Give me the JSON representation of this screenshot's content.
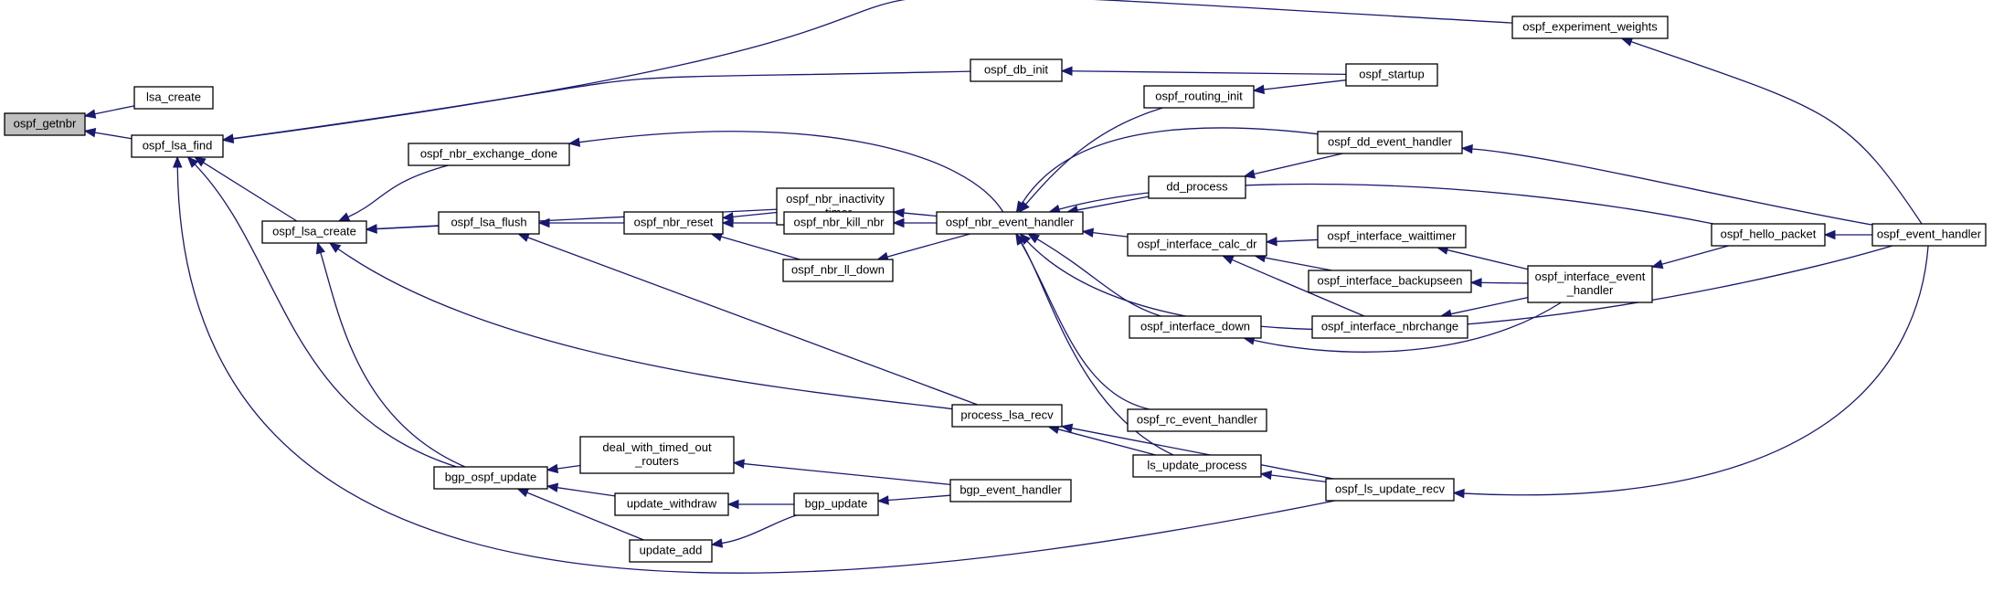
{
  "graph": {
    "style": {
      "edge_color": "#191970",
      "node_fill": "#ffffff",
      "root_fill": "#bfbfbf",
      "node_border": "#000000"
    },
    "nodes": [
      {
        "id": "ospf_getnbr",
        "lines": [
          "ospf_getnbr"
        ],
        "root": true
      },
      {
        "id": "lsa_create",
        "lines": [
          "lsa_create"
        ]
      },
      {
        "id": "ospf_lsa_find",
        "lines": [
          "ospf_lsa_find"
        ]
      },
      {
        "id": "ospf_lsa_create",
        "lines": [
          "ospf_lsa_create"
        ]
      },
      {
        "id": "ospf_nbr_exchange_done",
        "lines": [
          "ospf_nbr_exchange_done"
        ]
      },
      {
        "id": "ospf_lsa_flush",
        "lines": [
          "ospf_lsa_flush"
        ]
      },
      {
        "id": "bgp_ospf_update",
        "lines": [
          "bgp_ospf_update"
        ]
      },
      {
        "id": "ospf_db_init",
        "lines": [
          "ospf_db_init"
        ]
      },
      {
        "id": "ospf_experiment_weights",
        "lines": [
          "ospf_experiment_weights"
        ]
      },
      {
        "id": "ospf_startup",
        "lines": [
          "ospf_startup"
        ]
      },
      {
        "id": "ospf_nbr_inactivity_timer",
        "lines": [
          "ospf_nbr_inactivity",
          "_timer"
        ]
      },
      {
        "id": "ospf_nbr_reset",
        "lines": [
          "ospf_nbr_reset"
        ]
      },
      {
        "id": "ospf_nbr_kill_nbr",
        "lines": [
          "ospf_nbr_kill_nbr"
        ]
      },
      {
        "id": "ospf_nbr_ll_down",
        "lines": [
          "ospf_nbr_ll_down"
        ]
      },
      {
        "id": "ospf_nbr_event_handler",
        "lines": [
          "ospf_nbr_event_handler"
        ]
      },
      {
        "id": "process_lsa_recv",
        "lines": [
          "process_lsa_recv"
        ]
      },
      {
        "id": "deal_with_timed_out_routers",
        "lines": [
          "deal_with_timed_out",
          "_routers"
        ]
      },
      {
        "id": "update_withdraw",
        "lines": [
          "update_withdraw"
        ]
      },
      {
        "id": "update_add",
        "lines": [
          "update_add"
        ]
      },
      {
        "id": "bgp_update",
        "lines": [
          "bgp_update"
        ]
      },
      {
        "id": "bgp_event_handler",
        "lines": [
          "bgp_event_handler"
        ]
      },
      {
        "id": "ospf_routing_init",
        "lines": [
          "ospf_routing_init"
        ]
      },
      {
        "id": "dd_process",
        "lines": [
          "dd_process"
        ]
      },
      {
        "id": "ospf_dd_event_handler",
        "lines": [
          "ospf_dd_event_handler"
        ]
      },
      {
        "id": "ospf_interface_calc_dr",
        "lines": [
          "ospf_interface_calc_dr"
        ]
      },
      {
        "id": "ospf_interface_down",
        "lines": [
          "ospf_interface_down"
        ]
      },
      {
        "id": "ospf_rc_event_handler",
        "lines": [
          "ospf_rc_event_handler"
        ]
      },
      {
        "id": "ls_update_process",
        "lines": [
          "ls_update_process"
        ]
      },
      {
        "id": "ospf_interface_waittimer",
        "lines": [
          "ospf_interface_waittimer"
        ]
      },
      {
        "id": "ospf_interface_backupseen",
        "lines": [
          "ospf_interface_backupseen"
        ]
      },
      {
        "id": "ospf_interface_nbrchange",
        "lines": [
          "ospf_interface_nbrchange"
        ]
      },
      {
        "id": "ospf_interface_event_handler",
        "lines": [
          "ospf_interface_event",
          "_handler"
        ]
      },
      {
        "id": "ospf_ls_update_recv",
        "lines": [
          "ospf_ls_update_recv"
        ]
      },
      {
        "id": "ospf_hello_packet",
        "lines": [
          "ospf_hello_packet"
        ]
      },
      {
        "id": "ospf_event_handler",
        "lines": [
          "ospf_event_handler"
        ]
      }
    ],
    "edges": [
      {
        "caller": "lsa_create",
        "callee": "ospf_getnbr"
      },
      {
        "caller": "ospf_lsa_find",
        "callee": "ospf_getnbr"
      },
      {
        "caller": "ospf_lsa_create",
        "callee": "ospf_lsa_find"
      },
      {
        "caller": "ospf_db_init",
        "callee": "ospf_lsa_find"
      },
      {
        "caller": "ospf_experiment_weights",
        "callee": "ospf_lsa_find"
      },
      {
        "caller": "bgp_ospf_update",
        "callee": "ospf_lsa_find"
      },
      {
        "caller": "ospf_ls_update_recv",
        "callee": "ospf_lsa_find"
      },
      {
        "caller": "ospf_nbr_exchange_done",
        "callee": "ospf_lsa_create"
      },
      {
        "caller": "ospf_lsa_flush",
        "callee": "ospf_lsa_create"
      },
      {
        "caller": "ospf_nbr_inactivity_timer",
        "callee": "ospf_lsa_create"
      },
      {
        "caller": "process_lsa_recv",
        "callee": "ospf_lsa_create"
      },
      {
        "caller": "bgp_ospf_update",
        "callee": "ospf_lsa_create"
      },
      {
        "caller": "ospf_nbr_reset",
        "callee": "ospf_lsa_flush"
      },
      {
        "caller": "process_lsa_recv",
        "callee": "ospf_lsa_flush"
      },
      {
        "caller": "deal_with_timed_out_routers",
        "callee": "bgp_ospf_update"
      },
      {
        "caller": "update_withdraw",
        "callee": "bgp_ospf_update"
      },
      {
        "caller": "update_add",
        "callee": "bgp_ospf_update"
      },
      {
        "caller": "ospf_startup",
        "callee": "ospf_db_init"
      },
      {
        "caller": "ospf_event_handler",
        "callee": "ospf_experiment_weights"
      },
      {
        "caller": "ospf_nbr_inactivity_timer",
        "callee": "ospf_nbr_reset"
      },
      {
        "caller": "ospf_nbr_kill_nbr",
        "callee": "ospf_nbr_reset"
      },
      {
        "caller": "ospf_nbr_ll_down",
        "callee": "ospf_nbr_reset"
      },
      {
        "caller": "ospf_nbr_event_handler",
        "callee": "ospf_nbr_exchange_done"
      },
      {
        "caller": "ospf_nbr_event_handler",
        "callee": "ospf_nbr_inactivity_timer"
      },
      {
        "caller": "ospf_nbr_event_handler",
        "callee": "ospf_nbr_kill_nbr"
      },
      {
        "caller": "ospf_nbr_event_handler",
        "callee": "ospf_nbr_ll_down"
      },
      {
        "caller": "ospf_routing_init",
        "callee": "ospf_nbr_event_handler"
      },
      {
        "caller": "ospf_dd_event_handler",
        "callee": "ospf_nbr_event_handler"
      },
      {
        "caller": "dd_process",
        "callee": "ospf_nbr_event_handler"
      },
      {
        "caller": "ospf_hello_packet",
        "callee": "ospf_nbr_event_handler"
      },
      {
        "caller": "ospf_interface_calc_dr",
        "callee": "ospf_nbr_event_handler"
      },
      {
        "caller": "ospf_interface_down",
        "callee": "ospf_nbr_event_handler"
      },
      {
        "caller": "ospf_event_handler",
        "callee": "ospf_nbr_event_handler"
      },
      {
        "caller": "ospf_rc_event_handler",
        "callee": "ospf_nbr_event_handler"
      },
      {
        "caller": "ls_update_process",
        "callee": "ospf_nbr_event_handler"
      },
      {
        "caller": "ospf_startup",
        "callee": "ospf_routing_init"
      },
      {
        "caller": "ospf_dd_event_handler",
        "callee": "dd_process"
      },
      {
        "caller": "ospf_event_handler",
        "callee": "ospf_dd_event_handler"
      },
      {
        "caller": "ospf_interface_waittimer",
        "callee": "ospf_interface_calc_dr"
      },
      {
        "caller": "ospf_interface_backupseen",
        "callee": "ospf_interface_calc_dr"
      },
      {
        "caller": "ospf_interface_nbrchange",
        "callee": "ospf_interface_calc_dr"
      },
      {
        "caller": "ospf_interface_event_handler",
        "callee": "ospf_interface_waittimer"
      },
      {
        "caller": "ospf_interface_event_handler",
        "callee": "ospf_interface_backupseen"
      },
      {
        "caller": "ospf_interface_event_handler",
        "callee": "ospf_interface_nbrchange"
      },
      {
        "caller": "ospf_interface_event_handler",
        "callee": "ospf_interface_down"
      },
      {
        "caller": "ospf_hello_packet",
        "callee": "ospf_interface_event_handler"
      },
      {
        "caller": "ospf_event_handler",
        "callee": "ospf_hello_packet"
      },
      {
        "caller": "ls_update_process",
        "callee": "process_lsa_recv"
      },
      {
        "caller": "ospf_ls_update_recv",
        "callee": "process_lsa_recv"
      },
      {
        "caller": "ospf_ls_update_recv",
        "callee": "ls_update_process"
      },
      {
        "caller": "ospf_event_handler",
        "callee": "ospf_ls_update_recv"
      },
      {
        "caller": "bgp_event_handler",
        "callee": "deal_with_timed_out_routers"
      },
      {
        "caller": "bgp_update",
        "callee": "update_withdraw"
      },
      {
        "caller": "bgp_update",
        "callee": "update_add"
      },
      {
        "caller": "bgp_event_handler",
        "callee": "bgp_update"
      }
    ]
  }
}
